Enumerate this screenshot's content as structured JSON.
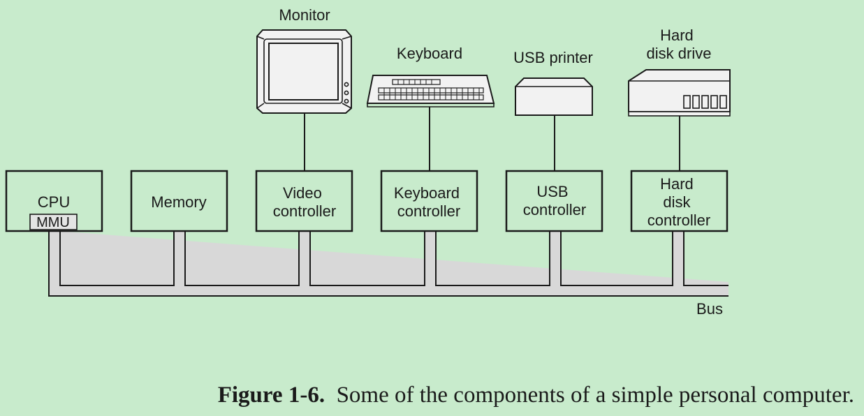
{
  "components": [
    {
      "id": "cpu",
      "lines": [
        "CPU"
      ],
      "sub_label": "MMU"
    },
    {
      "id": "memory",
      "lines": [
        "Memory"
      ]
    },
    {
      "id": "video",
      "lines": [
        "Video",
        "controller"
      ]
    },
    {
      "id": "keyboard",
      "lines": [
        "Keyboard",
        "controller"
      ]
    },
    {
      "id": "usb",
      "lines": [
        "USB",
        "controller"
      ]
    },
    {
      "id": "disk",
      "lines": [
        "Hard",
        "disk",
        "controller"
      ]
    }
  ],
  "devices": {
    "monitor": [
      "Monitor"
    ],
    "keyboard": [
      "Keyboard"
    ],
    "printer": [
      "USB printer"
    ],
    "disk": [
      "Hard",
      "disk drive"
    ]
  },
  "bus_label": "Bus",
  "caption": {
    "number": "Figure 1-6.",
    "text": "Some of the components of a simple personal computer."
  },
  "colors": {
    "background": "#c8ebcc",
    "bus_fill": "#d8d8d8",
    "device_fill": "#f2f2f2"
  }
}
